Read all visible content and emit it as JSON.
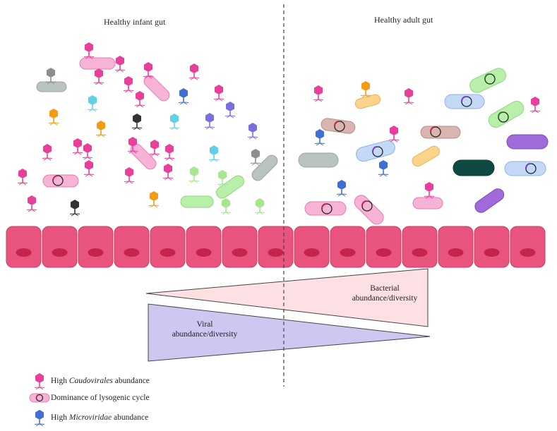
{
  "titles": {
    "infant": "Healthy infant gut",
    "adult": "Healthy adult gut"
  },
  "wedges": {
    "bacterial": {
      "line1": "Bacterial",
      "line2": "abundance/diversity"
    },
    "viral": {
      "line1": "Viral",
      "line2": "abundance/diversity"
    }
  },
  "legend": {
    "caudovirales": {
      "prefix": "High ",
      "taxon": "Caudovirales",
      "suffix": " abundance"
    },
    "lysogenic": {
      "text": "Dominance of lysogenic cycle"
    },
    "microviridae": {
      "prefix": "High ",
      "taxon": "Microviridae",
      "suffix": " abundance"
    }
  },
  "colors": {
    "epithelium": "#e8547e",
    "nucleus": "#c4234b",
    "caudovirales_phage": "#e8409a",
    "microviridae_phage": "#3f6fd1",
    "bacterial_wedge": "#fde0e3",
    "viral_wedge": "#cfc6f2"
  },
  "icons": [
    "phage-icon",
    "bacterium-icon",
    "prophage-icon",
    "epithelial-cell-icon"
  ]
}
